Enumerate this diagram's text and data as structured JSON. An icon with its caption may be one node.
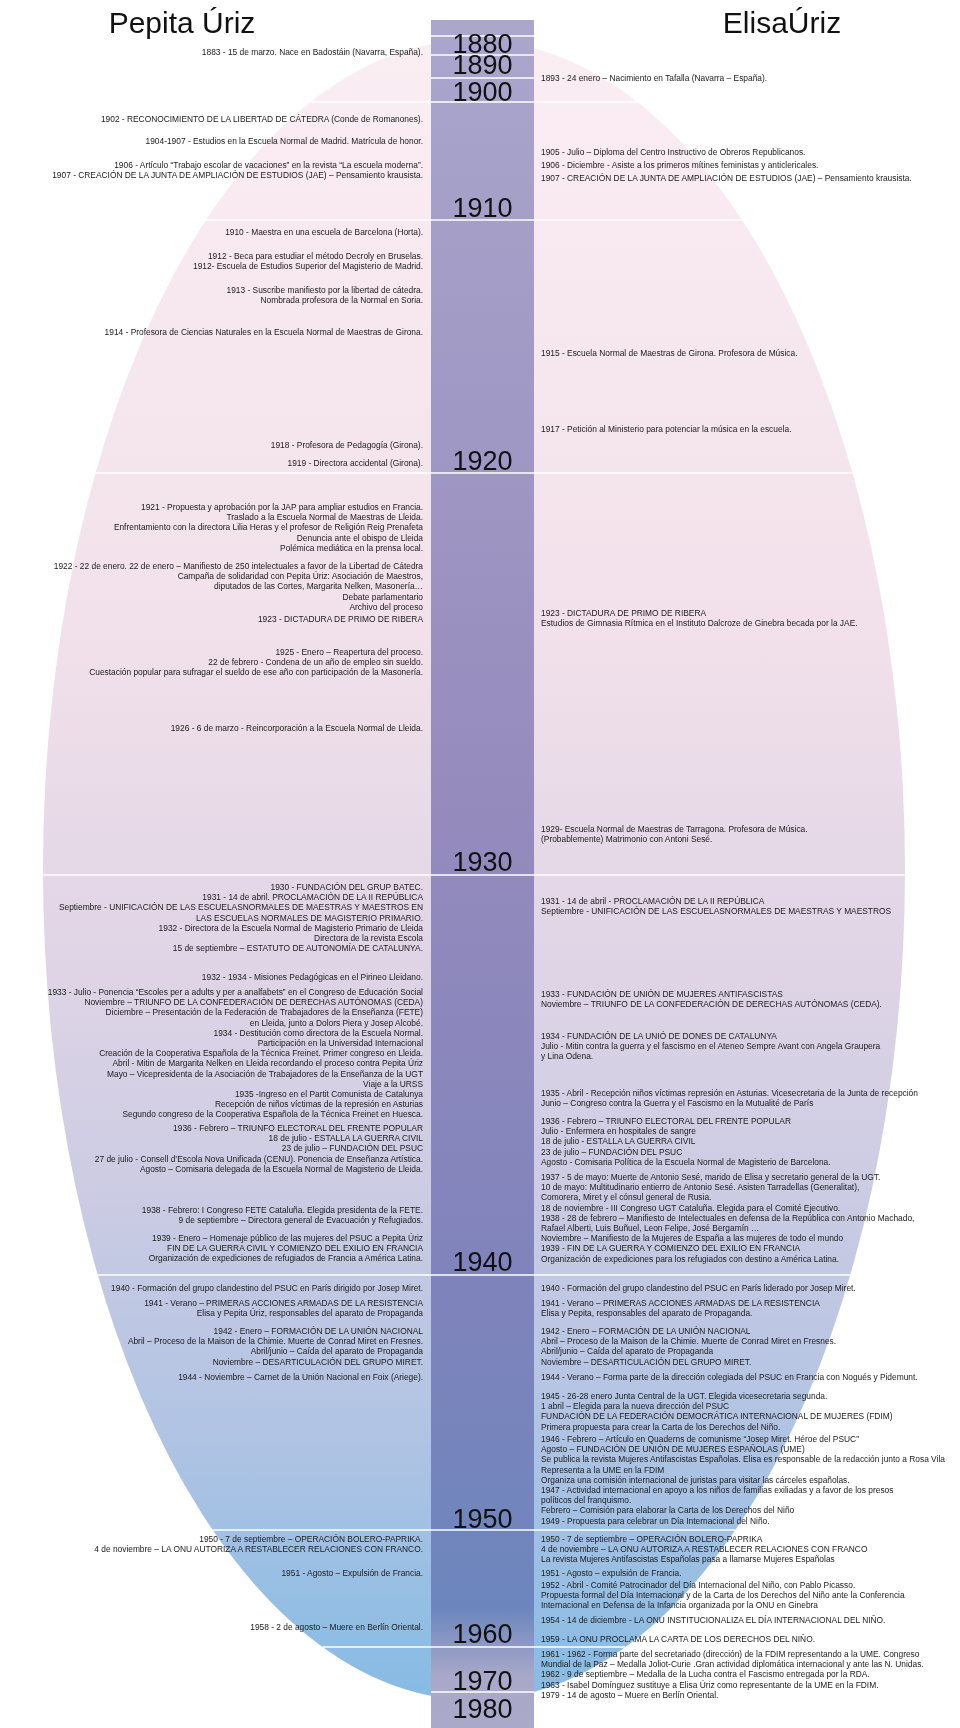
{
  "diagram": {
    "labels": [
      "Pepita Úriz",
      "ElisaÚriz",
      "1880",
      "1890",
      "1900",
      "1910",
      "1920",
      "1930",
      "1940",
      "1950",
      "1960",
      "1970",
      "1980",
      "1883 - 15 de marzo. Nace en Badostáin (Navarra, España).",
      "1902 - RECONOCIMIENTO DE LA LIBERTAD DE CÁTEDRA (Conde de Romanones).",
      "1904-1907 - Estudios en la Escuela Normal de Madrid. Matrícula de honor.",
      "1906 - Artículo “Trabajo escolar de vacaciones” en la revista “La escuela moderna”.",
      "1907 - CREACIÓN DE LA JUNTA DE AMPLIACIÓN DE ESTUDIOS (JAE) – Pensamiento krausista.",
      "1910 - Maestra en una escuela de Barcelona (Horta).",
      "1912 - Beca para estudiar el método Decroly en Bruselas.",
      "1912- Escuela de Estudios Superior del Magisterio de Madrid.",
      "1913 - Suscribe manifiesto por la libertad de cátedra.",
      "Nombrada profesora de la Normal en Soria.",
      "1914 - Profesora de Ciencias Naturales en la Escuela Normal de Maestras de Girona.",
      "1918 - Profesora de Pedagogía (Girona).",
      "1919 - Directora accidental (Girona).",
      "1921 - Propuesta y aprobación por la JAP para ampliar estudios en Francia.",
      "Traslado a la Escuela Normal de Maestras de Lleida.",
      "Enfrentamiento con la directora Lilia Heras y el profesor de Religión Reig Prenafeta",
      "Denuncia ante el obispo de Lleida",
      "Polémica mediática en la prensa local.",
      "1922 - 22 de enero. 22 de enero – Manifiesto de 250 intelectuales a favor de la Libertad de Cátedra",
      "Campaña de solidaridad con Pepita Úriz: Asociación de Maestros,",
      "diputados de las Cortes, Margarita Nelken, Masonería…",
      "Debate parlamentario",
      "Archivo del proceso",
      "1923 - DICTADURA DE PRIMO DE RIBERA",
      "1925 - Enero – Reapertura del proceso.",
      "22 de febrero - Condena de un año de empleo sin sueldo.",
      "Cuestación popular para sufragar el sueldo de ese año con participación de la Masonería.",
      "1926 - 6 de marzo - Reincorporación a la Escuela Normal de Lleida.",
      "1930 - FUNDACIÓN DEL GRUP BATEC.",
      "1931 - 14 de abril. PROCLAMACIÓN DE LA II REPÚBLICA",
      "Septiembre - UNIFICACIÓN DE LAS ESCUELASNORMALES DE MAESTRAS Y MAESTROS EN",
      "LAS ESCUELAS NORMALES DE MAGISTERIO PRIMARIO.",
      "1932 - Directora de la Escuela Normal de Magisterio Primario de Lleida",
      "Directora de la revista Escola",
      "15 de septiembre – ESTATUTO DE AUTONOMÍA DE CATALUNYA.",
      "1932 - 1934 - Misiones Pedagógicas en el Pirineo Lleidano.",
      "1933 - Julio - Ponencia “Escoles per a adults y per a analfabets” en el Congreso de Educación Social",
      "Noviembre – TRIUNFO DE LA CONFEDERACIÓN DE DERECHAS AUTÓNOMAS (CEDA)",
      "Diciembre – Presentación de la Federación de Trabajadores de la Enseñanza (FETE)",
      "en Lleida, junto a Dolors Piera y Josep Alcobé.",
      "1934 - Destitución como directora de la Escuela Normal.",
      "Participación en la Universidad Internacional",
      "Creación de la Cooperativa Española de la Técnica Freinet. Primer congreso en Lleida.",
      "Abril - Mitin de Margarita Nelken en Lleida recordando el proceso contra Pepita Úriz",
      "Mayo – Vicepresidenta de la Asociación de Trabajadores de la Enseñanza de la UGT",
      "Viaje a la URSS",
      "1935 -Ingreso en el Partit Comunista de Catalunya",
      "Recepción de niños víctimas de la represión en Asturias",
      "Segundo congreso de la Cooperativa Española de la Técnica Freinet en Huesca.",
      "1936 - Febrero – TRIUNFO ELECTORAL DEL FRENTE POPULAR",
      "18 de julio - ESTALLA LA GUERRA CIVIL",
      "23 de julio – FUNDACIÓN DEL PSUC",
      "27 de julio - Consell d’Escola Nova Unificada (CENU). Ponencia de Enseñanza Artística.",
      "Agosto – Comisaria delegada de la Escuela Normal de Magisterio de Lleida.",
      "1938 - Febrero: I Congreso FETE Cataluña. Elegida presidenta de la FETE.",
      "9 de septiembre – Directora general de Evacuación y Refugiados.",
      "1939 - Enero – Homenaje público de las mujeres del PSUC a Pepita Úriz",
      "FIN DE LA GUERRA CIVIL Y COMIENZO DEL EXILIO EN FRANCIA",
      "Organización de expediciones de refugiados de Francia a América Latina.",
      "1940 - Formación del grupo clandestino del PSUC en París dirigido por Josep Miret.",
      "1941 - Verano – PRIMERAS ACCIONES ARMADAS DE LA RESISTENCIA",
      "Elisa y Pepita Úriz, responsables del aparato de Propaganda",
      "1942 - Enero – FORMACIÓN DE LA UNIÓN NACIONAL",
      "Abril – Proceso de la Maison de la Chimie. Muerte de Conrad Miret en Fresnes.",
      "Abril/junio – Caída del aparato de Propaganda",
      "Noviembre – DESARTICULACIÓN DEL GRUPO MIRET.",
      "1944 - Noviembre – Carnet de la Unión Nacional en Foix (Ariege).",
      "1950 - 7 de septiembre – OPERACIÓN BOLERO-PAPRIKA.",
      "4 de noviembre – LA ONU AUTORIZA A RESTABLECER RELACIONES CON FRANCO.",
      "1951 - Agosto – Expulsión de Francia.",
      "1958 - 2 de agosto – Muere en Berlín Oriental.",
      "1893 - 24 enero – Nacimiento en Tafalla (Navarra – España).",
      "1905 - Julio – Diploma del Centro Instructivo de Obreros Republicanos.",
      "1906 - Diciembre - Asiste a los primeros mítines feministas y anticlericales.",
      "1907 - CREACIÓN DE LA JUNTA DE AMPLIACIÓN DE ESTUDIOS (JAE) – Pensamiento krausista.",
      "1915 - Escuela Normal de Maestras de Girona. Profesora de Música.",
      "1917 - Petición al Ministerio para potenciar la música en la escuela.",
      "1923 - DICTADURA DE PRIMO DE RIBERA",
      "Estudios de Gimnasia Rítmica en el Instituto Dalcroze de Ginebra becada por la JAE.",
      "1929- Escuela Normal de Maestras de Tarragona. Profesora de Música.",
      "(Probablemente) Matrimonio con Antoni Sesé.",
      "1931 - 14 de abril - PROCLAMACIÓN DE LA II REPÚBLICA",
      "Septiembre - UNIFICACIÓN DE LAS ESCUELASNORMALES DE MAESTRAS Y MAESTROS",
      "1933 - FUNDACIÓN DE UNIÓN DE MUJERES ANTIFASCISTAS",
      "Noviembre – TRIUNFO DE LA CONFEDERACIÓN DE DERECHAS AUTÓNOMAS (CEDA).",
      "1934 - FUNDACIÓN DE LA UNIÓ DE DONES DE CATALUNYA",
      "Julio - Mitin contra la guerra y el fascismo en el Ateneo Sempre Avant con Angela Graupera",
      "y Lina Odena.",
      "1935 - Abril - Recepción niños víctimas represión en Asturias. Vicesecretaria de la Junta de recepción",
      "Junio – Congreso contra la Guerra y el Fascismo en la Mutualité de París",
      "1936 - Febrero – TRIUNFO ELECTORAL DEL FRENTE POPULAR",
      "Julio - Enfermera en hospitales de sangre",
      "18 de julio - ESTALLA LA GUERRA CIVIL",
      "23 de julio – FUNDACIÓN DEL PSUC",
      "Agosto - Comisaria Política de la Escuela Normal de Magisterio de Barcelona.",
      "1937 - 5 de mayo: Muerte de Antonio Sesé, marido de Elisa y secretario general de la UGT.",
      "10 de mayo: Multitudinario entierro de Antonio Sesé. Asisten Tarradellas (Generalitat),",
      "Comorera, Miret y el cónsul general de Rusia.",
      "18 de noviembre - III Congreso UGT Cataluña. Elegida para el Comité Ejecutivo.",
      "1938 - 28 de febrero – Manifiesto de Intelectuales en defensa de la República con Antonio Machado,",
      "Rafael Alberti, Luis Buñuel, Leon Felipe, José Bergamín …",
      "Noviembre – Manifiesto de la Mujeres de España a las mujeres de todo el mundo",
      "1939 - FIN DE LA GUERRA Y COMIENZO DEL EXILIO EN FRANCIA",
      "Organización de expediciones para los refugiados con destino a América Latina.",
      "1940 - Formación del grupo clandestino del PSUC en París liderado por Josep Miret.",
      "1941 - Verano – PRIMERAS ACCIONES ARMADAS DE LA RESISTENCIA",
      "Elisa y Pepita, responsables del aparato de Propaganda.",
      "1942 - Enero – FORMACIÓN DE LA UNIÓN NACIONAL",
      "Abril – Proceso de la Maison de la Chimie. Muerte de Conrad Miret en Fresnes.",
      "Abril/junio – Caída del aparato de Propaganda",
      "Noviembre – DESARTICULACIÓN DEL GRUPO MIRET.",
      "1944 - Verano – Forma parte de la dirección colegiada del PSUC en Francia con Nogués y Pidemunt.",
      "1945 - 26-28 enero Junta Central de la UGT. Elegida vicesecretaria segunda.",
      "1 abril – Elegida para la nueva dirección del PSUC",
      "FUNDACIÓN DE LA FEDERACIÓN DEMOCRÁTICA INTERNACIONAL DE MUJERES (FDIM)",
      "Primera propuesta para crear la Carta de los Derechos del Niño.",
      "1946 - Febrero – Artículo en Quaderns de comunisme “Josep Miret. Héroe del PSUC”",
      "Agosto – FUNDACIÓN DE UNIÓN DE MUJERES ESPAÑOLAS (UME)",
      "Se publica la revista Mujeres Antifascistas Españolas. Elisa es responsable de la redacción junto a Rosa Vila",
      "Representa a la UME en la FDIM",
      "Organiza una comisión internacional de juristas para visitar las cárceles españolas.",
      "1947 - Actividad internacional en apoyo a los niños de familias exiliadas y a favor de los presos",
      "políticos del franquismo.",
      "Febrero – Comisión para elaborar la Carta de los Derechos del Niño",
      "1949 - Propuesta para celebrar un Día Internacional del Niño.",
      "1950 - 7 de septiembre – OPERACIÓN BOLERO-PAPRIKA",
      "4 de noviembre – LA ONU AUTORIZA A RESTABLECER RELACIONES CON FRANCO",
      "La revista Mujeres Antifascistas Españolas pasa a llamarse Mujeres Españolas",
      "1951 - Agosto – expulsión de Francia.",
      "1952 - Abril - Comité Patrocinador del Día Internacional del Niño, con Pablo Picasso.",
      "Propuesta formal del Día Internacional y de la Carta de los Derechos del Niño ante la Conferencia",
      "Internacional en Defensa de la Infancia organizada por la ONU en Ginebra",
      "1954 - 14 de diciembre - LA ONU INSTITUCIONALIZA EL DÍA INTERNACIONAL DEL NIÑO.",
      "1959 - LA ONU PROCLAMA LA CARTA DE LOS DERECHOS DEL NIÑO.",
      "1961 - 1962 - Forma parte del secretariado (dirección) de la FDIM representando a la UME. Congreso",
      "Mundial de la Paz – Medalla Joliot-Curie .Gran actividad diplomática internacional y ante las N. Unidas.",
      "1962 - 9 de septiembre – Medalla de la Lucha contra el Fascismo entregada por la RDA.",
      "1963 - Isabel Domínguez sustituye a Elisa Úriz como representante de la UME en la FDIM.",
      "1979 - 14 de agosto – Muere en Berlín Oriental."
    ]
  }
}
